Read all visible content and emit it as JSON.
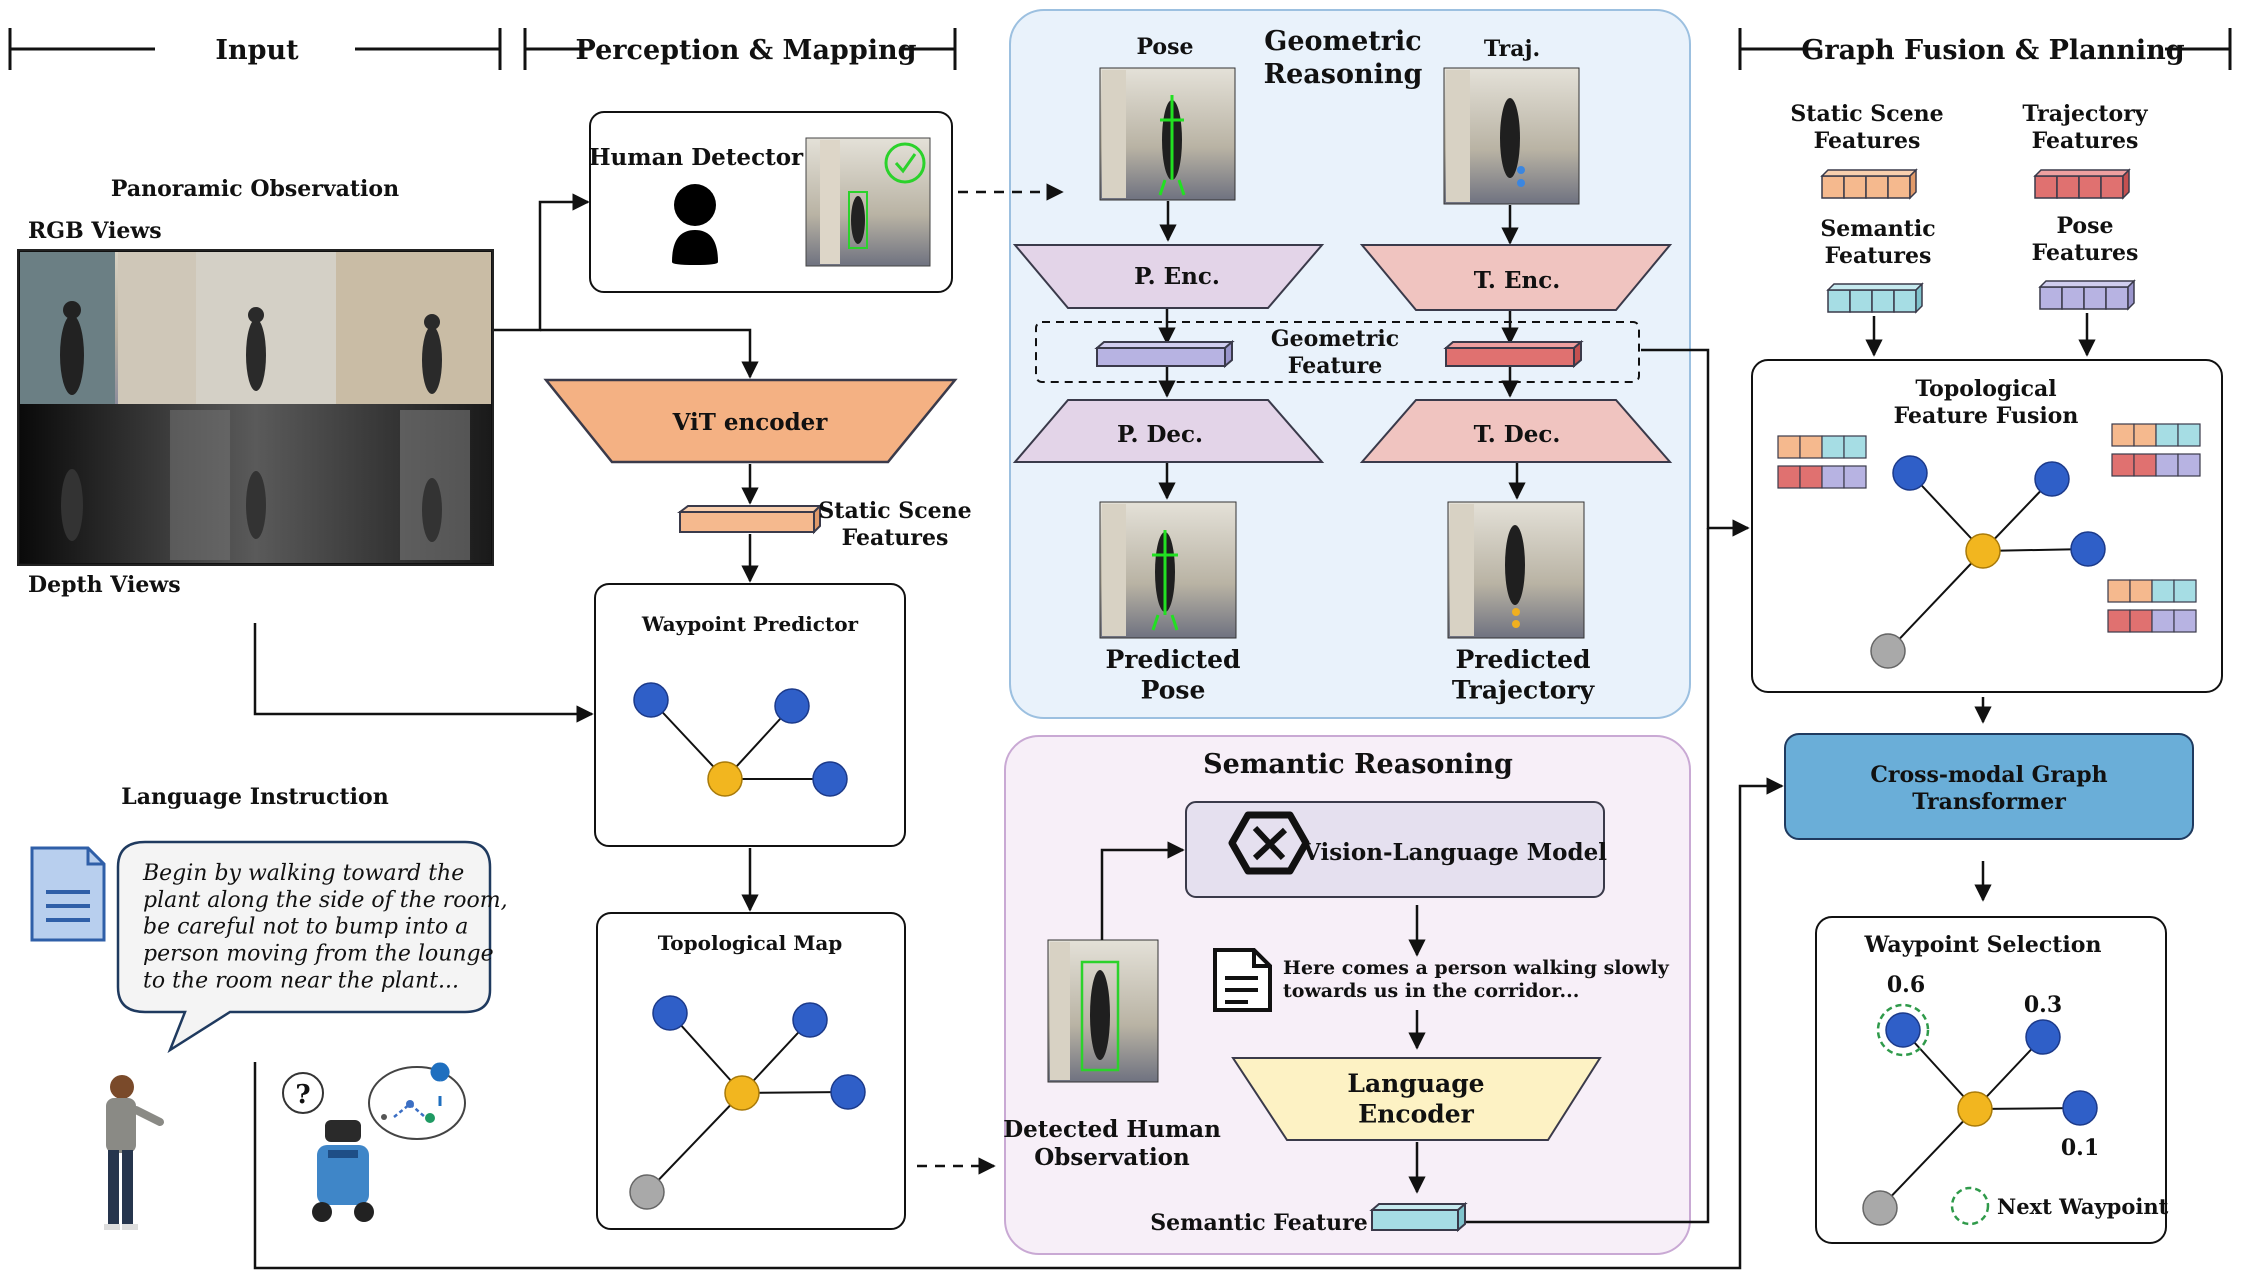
{
  "headers": {
    "input": "Input",
    "perception": "Perception & Mapping",
    "geometric": "Geometric\nReasoning",
    "graph_fusion": "Graph Fusion & Planning"
  },
  "input": {
    "panoramic": "Panoramic Observation",
    "rgb": "RGB Views",
    "depth": "Depth Views",
    "language_title": "Language Instruction",
    "instruction": "Begin by walking toward the\nplant along the side of the room,\nbe careful not to bump into a\nperson moving from the lounge\nto the room near the plant...",
    "question_mark": "?"
  },
  "perception": {
    "human_detector": "Human Detector",
    "vit_encoder": "ViT encoder",
    "static_scene_features": "Static Scene\nFeatures",
    "waypoint_predictor": "Waypoint Predictor",
    "topological_map": "Topological Map"
  },
  "geometric": {
    "pose": "Pose",
    "traj": "Traj.",
    "p_enc": "P. Enc.",
    "t_enc": "T. Enc.",
    "geometric_feature": "Geometric\nFeature",
    "p_dec": "P. Dec.",
    "t_dec": "T. Dec.",
    "predicted_pose": "Predicted\nPose",
    "predicted_trajectory": "Predicted\nTrajectory"
  },
  "semantic": {
    "title": "Semantic Reasoning",
    "vlm": "Vision-Language Model",
    "caption": "Here comes a person walking slowly\ntowards us in the corridor...",
    "language_encoder": "Language\nEncoder",
    "detected_human": "Detected Human\nObservation",
    "semantic_feature": "Semantic Feature"
  },
  "fusion": {
    "static_scene_features": "Static Scene\nFeatures",
    "trajectory_features": "Trajectory\nFeatures",
    "semantic_features": "Semantic\nFeatures",
    "pose_features": "Pose\nFeatures",
    "topological_fusion": "Topological\nFeature Fusion",
    "cross_modal": "Cross-modal Graph\nTransformer",
    "waypoint_selection": "Waypoint Selection",
    "score_high": "0.6",
    "score_mid": "0.3",
    "score_low": "0.1",
    "next_waypoint": "Next Waypoint"
  },
  "colors": {
    "static_feature": "#f5b98e",
    "semantic_feature": "#a6dde4",
    "trajectory_feature": "#e07170",
    "pose_feature": "#b7b3e2",
    "node_blue": "#2f5fc8",
    "node_center": "#f2b61f",
    "node_gray": "#a9a9a9",
    "geometric_panel": "#e9f2fb",
    "semantic_panel": "#f7eff8",
    "vit_encoder": "#f4b183",
    "cross_modal": "#6aaed8"
  },
  "icons": {
    "person": "person-silhouette-icon",
    "document": "document-icon",
    "vlm_logo": "vlm-logo-icon",
    "human": "human-standing-icon",
    "robot": "robot-icon",
    "route": "route-pin-icon",
    "check": "check-circle-icon"
  }
}
